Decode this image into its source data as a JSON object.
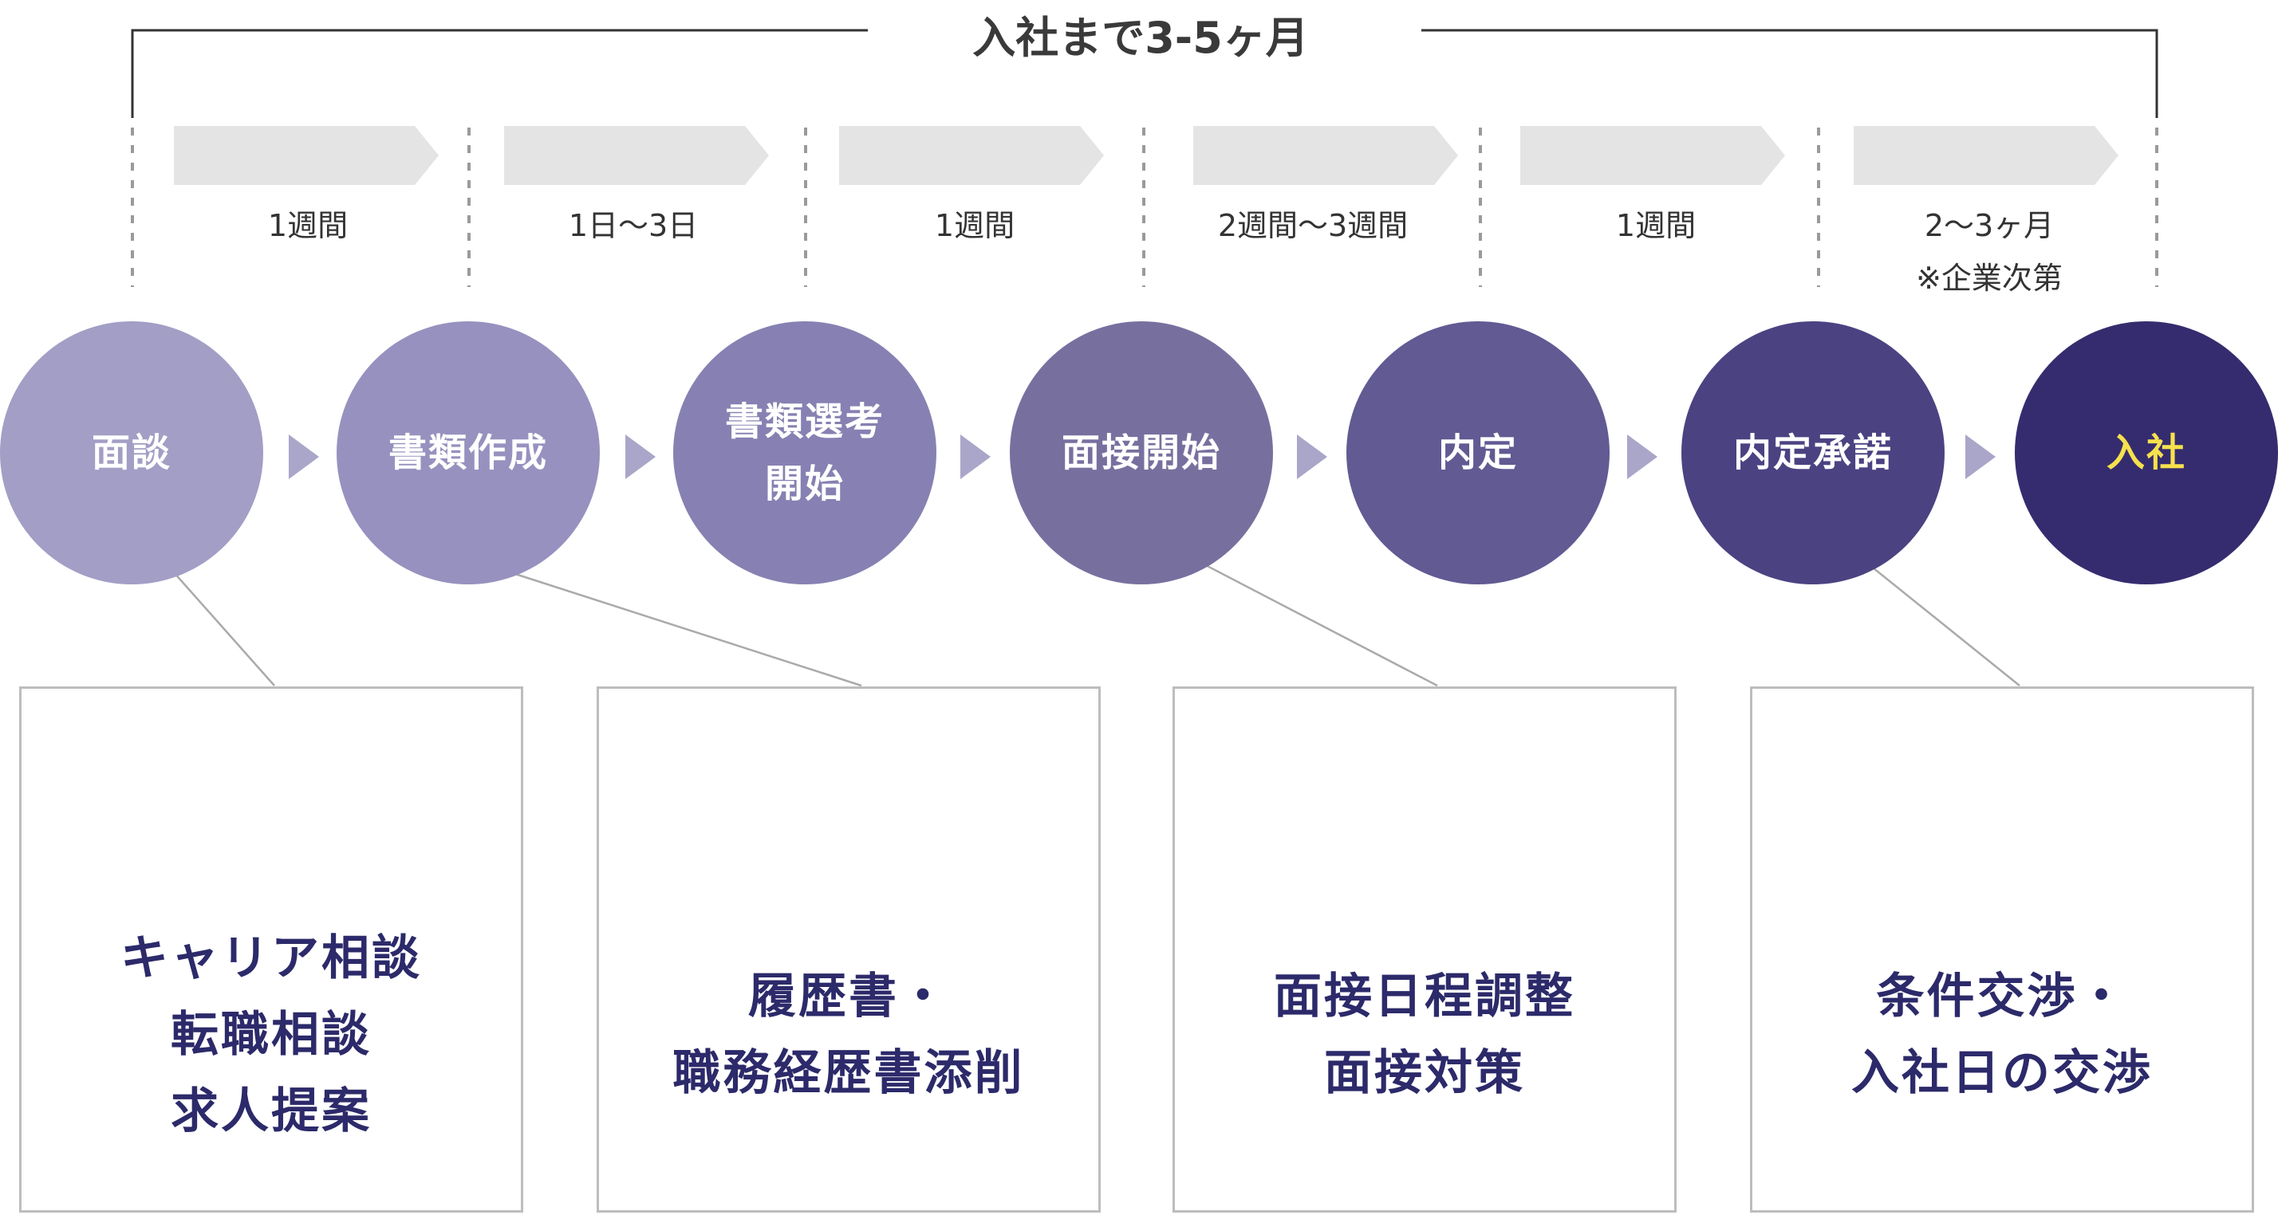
{
  "title": "入社まで3-5ヶ月",
  "durations": [
    {
      "label": "1週間"
    },
    {
      "label": "1日〜3日"
    },
    {
      "label": "1週間"
    },
    {
      "label": "2週間〜3週間"
    },
    {
      "label": "1週間"
    },
    {
      "label": "2〜3ヶ月",
      "note": "※企業次第"
    }
  ],
  "steps": [
    {
      "label": "面談",
      "color": "#a29ec5"
    },
    {
      "label": "書類作成",
      "color": "#9791bf"
    },
    {
      "label": "書類選考\n開始",
      "color": "#8681b2"
    },
    {
      "label": "面接開始",
      "color": "#77709f"
    },
    {
      "label": "内定",
      "color": "#615a93"
    },
    {
      "label": "内定承諾",
      "color": "#4b4282"
    },
    {
      "label": "入社",
      "color": "#352c6f",
      "text_color": "#f6e14d"
    }
  ],
  "cards": [
    {
      "text": "キャリア相談\n転職相談\n求人提案",
      "icon": "phone-chat-icon"
    },
    {
      "text": "履歴書・\n職務経歴書添削",
      "icon": "notebook-pen-icon"
    },
    {
      "text": "面接日程調整\n面接対策",
      "icon": "interview-table-icon"
    },
    {
      "text": "条件交渉・\n入社日の交渉",
      "icon": "handshake-icon"
    }
  ],
  "colors": {
    "arrow_band": "#e4e4e4",
    "triangle": "#aaa6c9",
    "bracket": "#333333",
    "dotted": "#9a9a9a",
    "connector": "#aaaaaa",
    "icon_stroke": "#2c2a6a"
  }
}
